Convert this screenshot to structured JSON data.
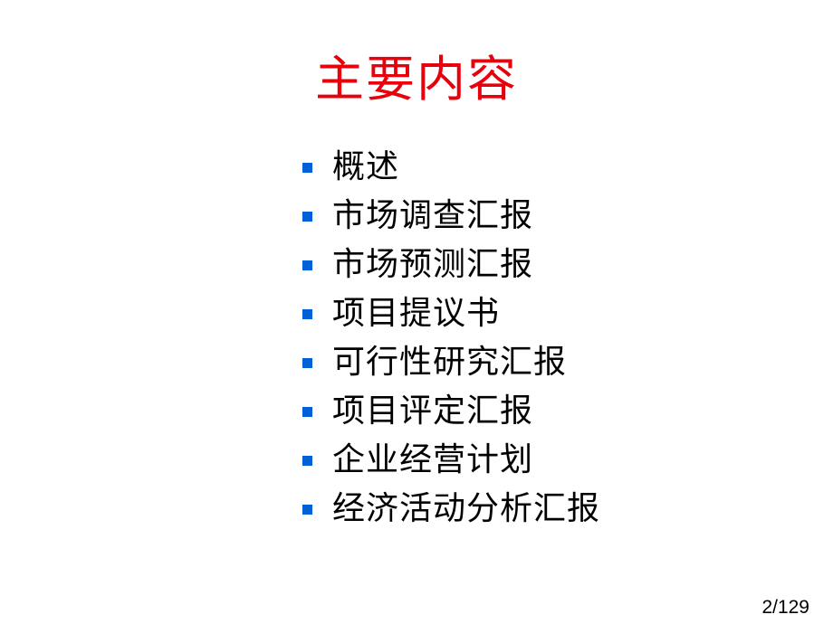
{
  "slide": {
    "title": "主要内容",
    "title_color": "#e8000b",
    "bullet_color": "#0060d8",
    "items": [
      {
        "label": "概述"
      },
      {
        "label": "市场调查汇报"
      },
      {
        "label": "市场预测汇报"
      },
      {
        "label": "项目提议书"
      },
      {
        "label": "可行性研究汇报"
      },
      {
        "label": "项目评定汇报"
      },
      {
        "label": "企业经营计划"
      },
      {
        "label": "经济活动分析汇报"
      }
    ],
    "page_number": "2/129"
  }
}
